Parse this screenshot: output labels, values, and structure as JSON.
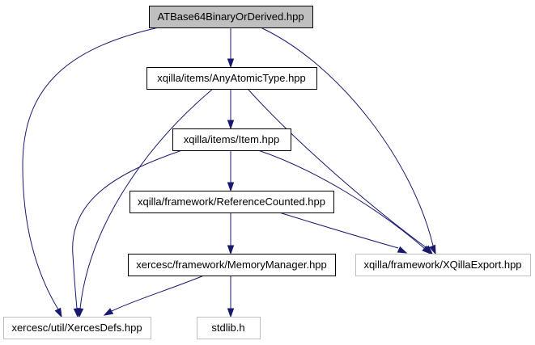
{
  "diagram": {
    "type": "include-dependency-graph",
    "nodes": [
      {
        "id": "root",
        "label": "ATBase64BinaryOrDerived.hpp",
        "style": "root"
      },
      {
        "id": "anyatomic",
        "label": "xqilla/items/AnyAtomicType.hpp",
        "style": "normal"
      },
      {
        "id": "item",
        "label": "xqilla/items/Item.hpp",
        "style": "normal"
      },
      {
        "id": "refcounted",
        "label": "xqilla/framework/ReferenceCounted.hpp",
        "style": "normal"
      },
      {
        "id": "memmgr",
        "label": "xercesc/framework/MemoryManager.hpp",
        "style": "normal"
      },
      {
        "id": "xqillaexport",
        "label": "xqilla/framework/XQillaExport.hpp",
        "style": "external"
      },
      {
        "id": "xercesdefs",
        "label": "xercesc/util/XercesDefs.hpp",
        "style": "external"
      },
      {
        "id": "stdlib",
        "label": "stdlib.h",
        "style": "external"
      }
    ],
    "edges": [
      {
        "from": "root",
        "to": "anyatomic"
      },
      {
        "from": "root",
        "to": "xercesdefs"
      },
      {
        "from": "root",
        "to": "xqillaexport"
      },
      {
        "from": "anyatomic",
        "to": "item"
      },
      {
        "from": "anyatomic",
        "to": "xercesdefs"
      },
      {
        "from": "anyatomic",
        "to": "xqillaexport"
      },
      {
        "from": "item",
        "to": "refcounted"
      },
      {
        "from": "item",
        "to": "xercesdefs"
      },
      {
        "from": "item",
        "to": "xqillaexport"
      },
      {
        "from": "refcounted",
        "to": "memmgr"
      },
      {
        "from": "refcounted",
        "to": "xqillaexport"
      },
      {
        "from": "memmgr",
        "to": "xercesdefs"
      },
      {
        "from": "memmgr",
        "to": "stdlib"
      }
    ],
    "colors": {
      "root_fill": "#bfbfbf",
      "root_border": "#000000",
      "normal_fill": "#ffffff",
      "normal_border": "#000000",
      "external_fill": "#ffffff",
      "external_border": "#bfbfbf",
      "edge": "#191970"
    }
  }
}
